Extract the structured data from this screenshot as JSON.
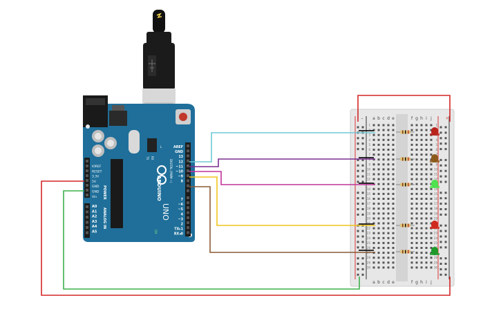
{
  "board": {
    "brand": "ARDUINO",
    "model": "UNO",
    "power_header_labels": [
      "IOREF",
      "RESET",
      "3.3V",
      "5V",
      "GND",
      "GND",
      "Vin"
    ],
    "power_section_label": "POWER",
    "analog_labels": [
      "A0",
      "A1",
      "A2",
      "A3",
      "A4",
      "A5"
    ],
    "analog_section_label": "ANALOG IN",
    "digital_labels": [
      "AREF",
      "GND",
      "13",
      "12",
      "~11",
      "~10",
      "~9",
      "8",
      "7",
      "~6",
      "~5",
      "4",
      "~3",
      "2",
      "TX▸1",
      "RX◂0"
    ],
    "digital_section_label": "DIGITAL (PWM ~)",
    "tx_label": "TX",
    "rx_label": "RX",
    "l_label": "L",
    "on_label": "ON"
  },
  "breadboard": {
    "column_letters": [
      "a",
      "b",
      "c",
      "d",
      "e",
      "f",
      "g",
      "h",
      "i",
      "j"
    ],
    "row_numbers": [
      "1",
      "2",
      "3",
      "4",
      "5",
      "6",
      "7",
      "8",
      "9",
      "10",
      "11",
      "12",
      "13",
      "14",
      "15",
      "16",
      "17",
      "18",
      "19",
      "20",
      "21",
      "22",
      "23",
      "24",
      "25",
      "26",
      "27",
      "28",
      "29",
      "30"
    ],
    "rail_minus": "–",
    "rail_plus": "+"
  },
  "leds": [
    {
      "name": "led-red-1",
      "color": "#b8231c"
    },
    {
      "name": "led-orange",
      "color": "#8c5a1c"
    },
    {
      "name": "led-green-bright",
      "color": "#4ee24e"
    },
    {
      "name": "led-red-2",
      "color": "#d02a20"
    },
    {
      "name": "led-green-dark",
      "color": "#1f9a2a"
    }
  ],
  "wire_colors": {
    "pin13": "#6ec9d6",
    "pin12": "#7a2b8f",
    "pin11": "#c2329a",
    "pin10": "#f0c419",
    "pin9": "#8a5a35",
    "power_5v": "#d32626",
    "ground": "#3bb04a"
  }
}
